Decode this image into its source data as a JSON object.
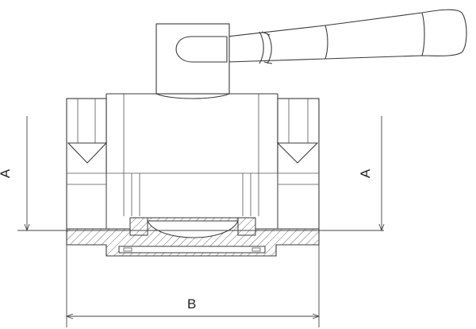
{
  "labels": {
    "dimension_a_left": "A",
    "dimension_a_right": "A",
    "dimension_b": "B"
  },
  "colors": {
    "line": "#3a3a3a",
    "handle_fill": "#e8e8e8",
    "hatch": "#555555"
  }
}
